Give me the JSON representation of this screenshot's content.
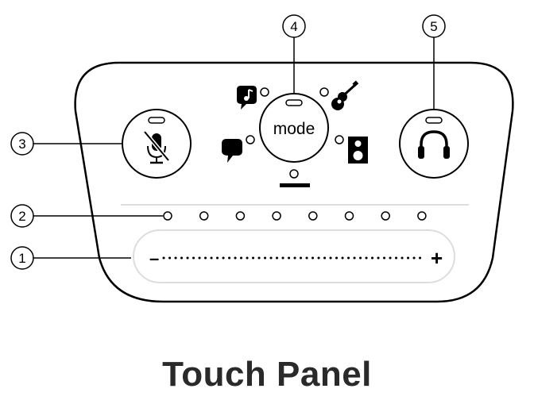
{
  "caption": "Touch Panel",
  "mode_label": "mode",
  "slider": {
    "minus": "–",
    "plus": "+"
  },
  "callouts": [
    {
      "id": "1",
      "label": "1"
    },
    {
      "id": "2",
      "label": "2"
    },
    {
      "id": "3",
      "label": "3"
    },
    {
      "id": "4",
      "label": "4"
    },
    {
      "id": "5",
      "label": "5"
    }
  ],
  "icons": [
    "mic-mute-icon",
    "mode-button",
    "headphone-icon",
    "speech-bubble-icon",
    "singing-icon",
    "guitar-icon",
    "speaker-icon",
    "flat-line-icon"
  ],
  "led_count": 8,
  "colors": {
    "outline": "#000000",
    "panel": "#ffffff",
    "caption": "#2a2a2a",
    "divider": "#dddddd"
  }
}
